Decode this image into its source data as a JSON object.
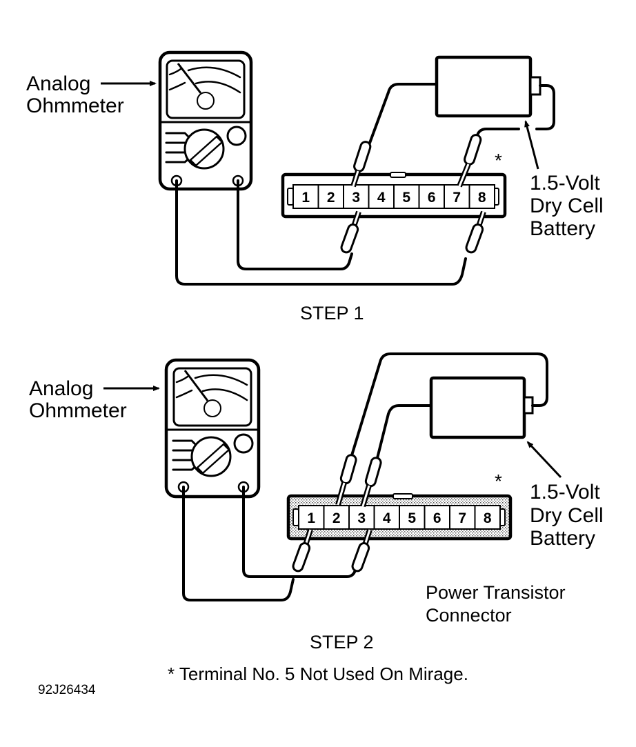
{
  "figure_code": "92J26434",
  "footnote": "* Terminal No. 5 Not Used On Mirage.",
  "connector_pins": [
    "1",
    "2",
    "3",
    "4",
    "5",
    "6",
    "7",
    "8"
  ],
  "step1": {
    "title": "STEP 1",
    "meter_label_line1": "Analog",
    "meter_label_line2": "Ohmmeter",
    "battery_label_line1": "1.5-Volt",
    "battery_label_line2": "Dry Cell",
    "battery_label_line3": "Battery",
    "asterisk": "*",
    "meter_probe_pins": [
      "3",
      "8"
    ],
    "battery_probe_pins": [
      "3",
      "7"
    ]
  },
  "step2": {
    "title": "STEP 2",
    "meter_label_line1": "Analog",
    "meter_label_line2": "Ohmmeter",
    "battery_label_line1": "1.5-Volt",
    "battery_label_line2": "Dry Cell",
    "battery_label_line3": "Battery",
    "asterisk": "*",
    "connector_label_line1": "Power Transistor",
    "connector_label_line2": "Connector",
    "meter_probe_pins": [
      "1",
      "3"
    ],
    "battery_probe_pins": [
      "2",
      "3"
    ]
  }
}
